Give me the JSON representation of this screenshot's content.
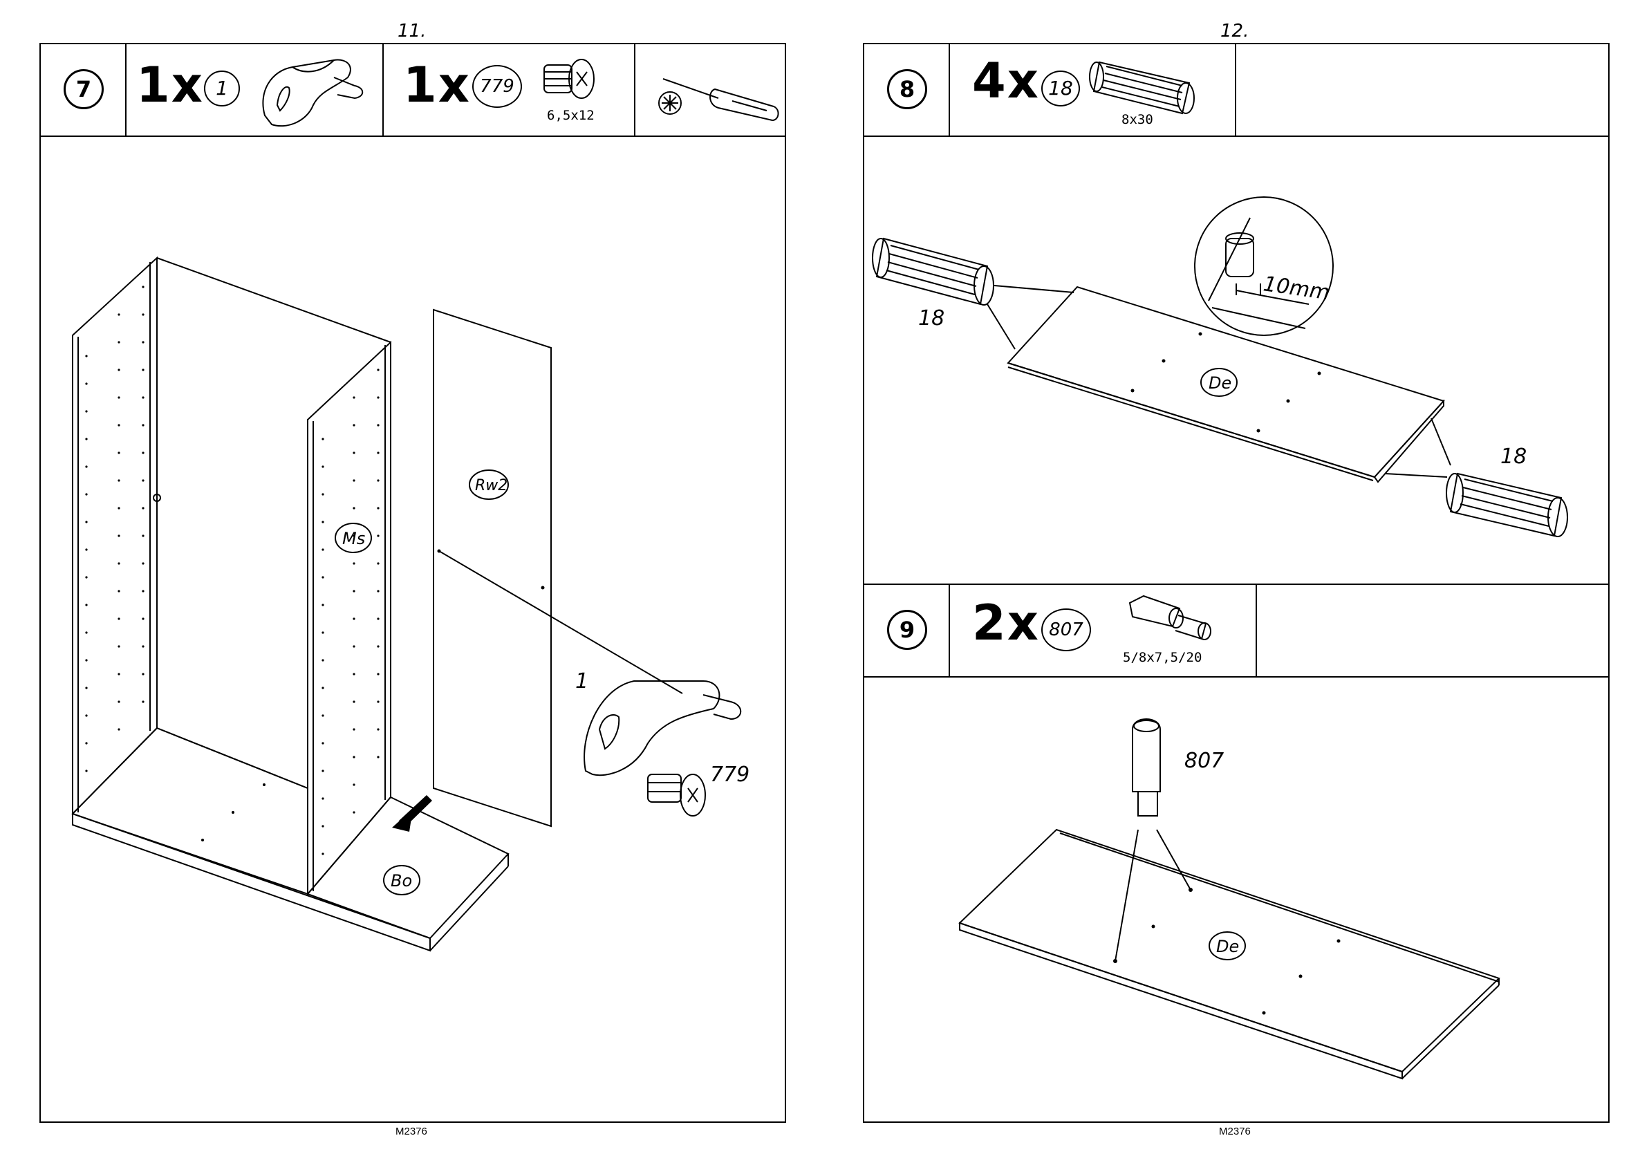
{
  "left_page": {
    "page_number": "11.",
    "footer_code": "M2376",
    "step": {
      "number": "7",
      "parts": [
        {
          "qty": "1x",
          "part_no": "1",
          "size": ""
        },
        {
          "qty": "1x",
          "part_no": "779",
          "size": "6,5x12"
        }
      ],
      "tool": "screwdriver-icon"
    },
    "labels": {
      "side_panel": "Ms",
      "back_panel": "Rw2",
      "bottom_panel": "Bo",
      "callout_connector": "1",
      "callout_screw": "779"
    }
  },
  "right_page": {
    "page_number": "12.",
    "footer_code": "M2376",
    "step8": {
      "number": "8",
      "qty": "4x",
      "part_no": "18",
      "size": "8x30",
      "labels": {
        "panel": "De",
        "dowel_left": "18",
        "dowel_right": "18",
        "detail_measure": "10mm"
      }
    },
    "step9": {
      "number": "9",
      "qty": "2x",
      "part_no": "807",
      "size": "5/8x7,5/20",
      "labels": {
        "panel": "De",
        "pin": "807"
      }
    }
  }
}
